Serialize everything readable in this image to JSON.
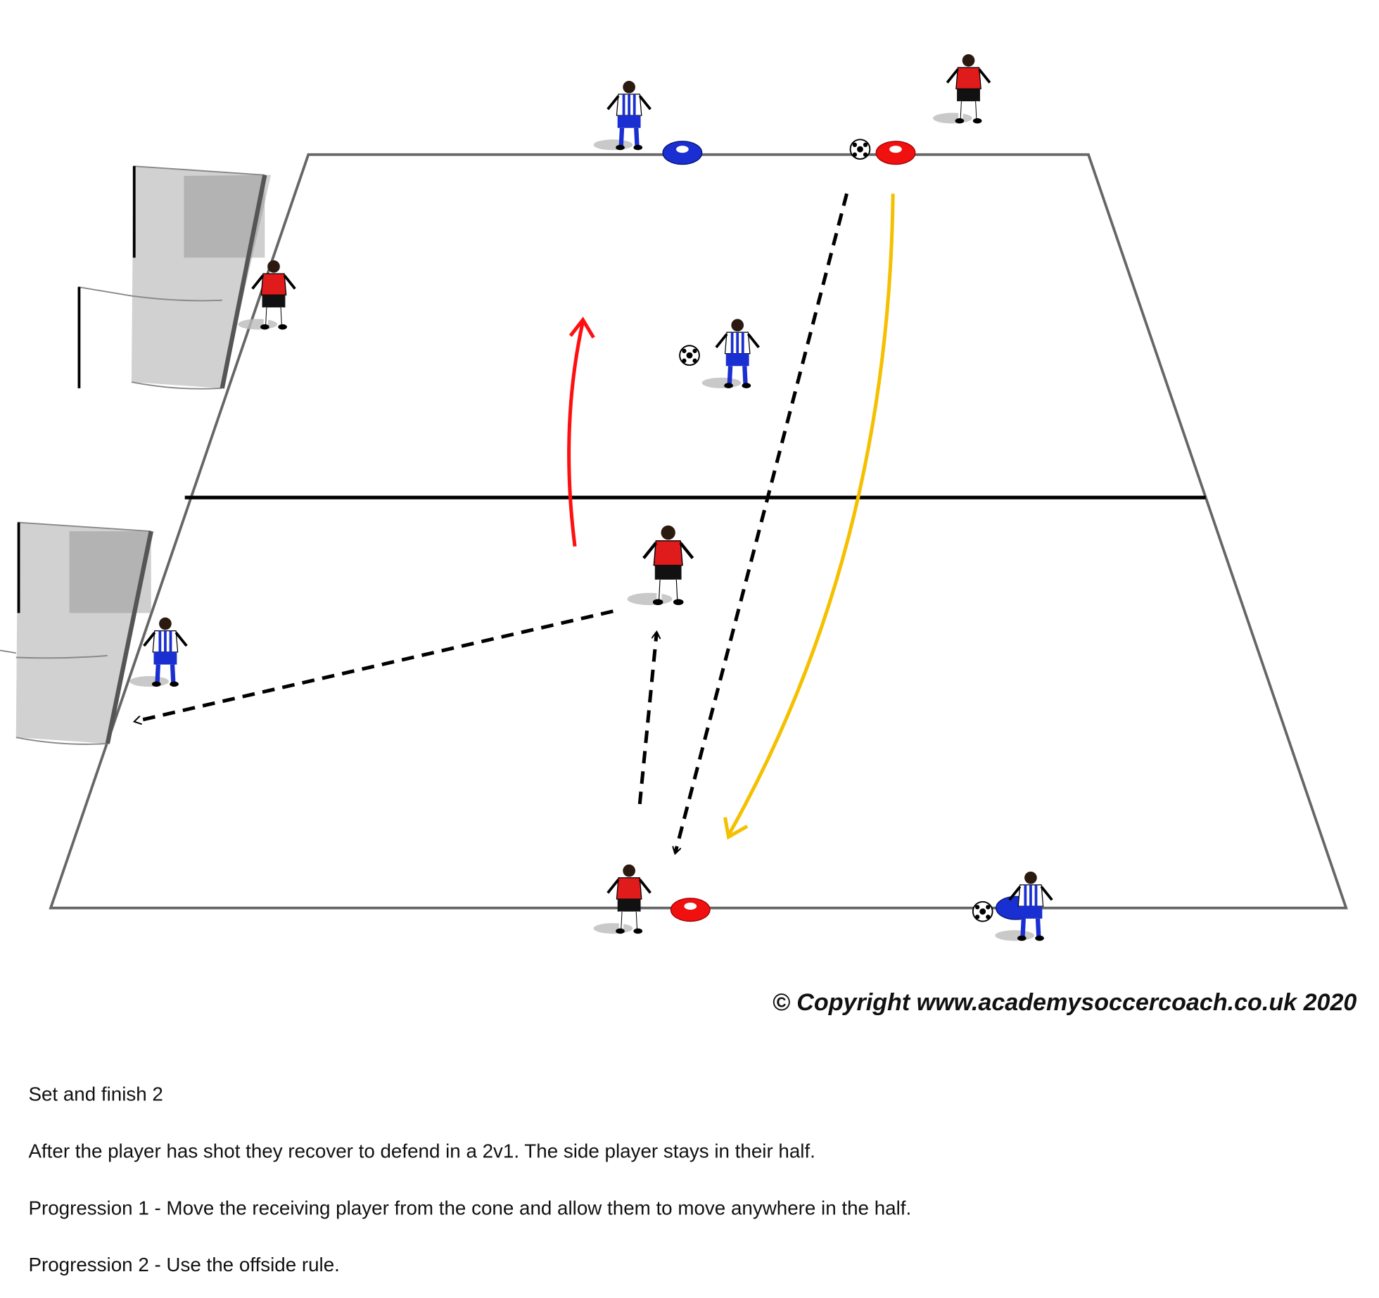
{
  "copyright": "© Copyright www.academysoccercoach.co.uk 2020",
  "description": {
    "title": "Set and finish 2",
    "paragraphs": [
      "After the player has shot they recover to defend in a 2v1. The side player stays in their half.",
      "Progression 1 - Move the receiving player from the cone and allow them to move anywhere in the half.",
      "Progression 2 - Use the offside rule."
    ]
  },
  "colors": {
    "red_team": "#e01b1b",
    "blue_team": "#1a2fd1",
    "pass_arrow": "#000000",
    "run_arrow": "#ff1010",
    "ball_path": "#f5c000"
  }
}
